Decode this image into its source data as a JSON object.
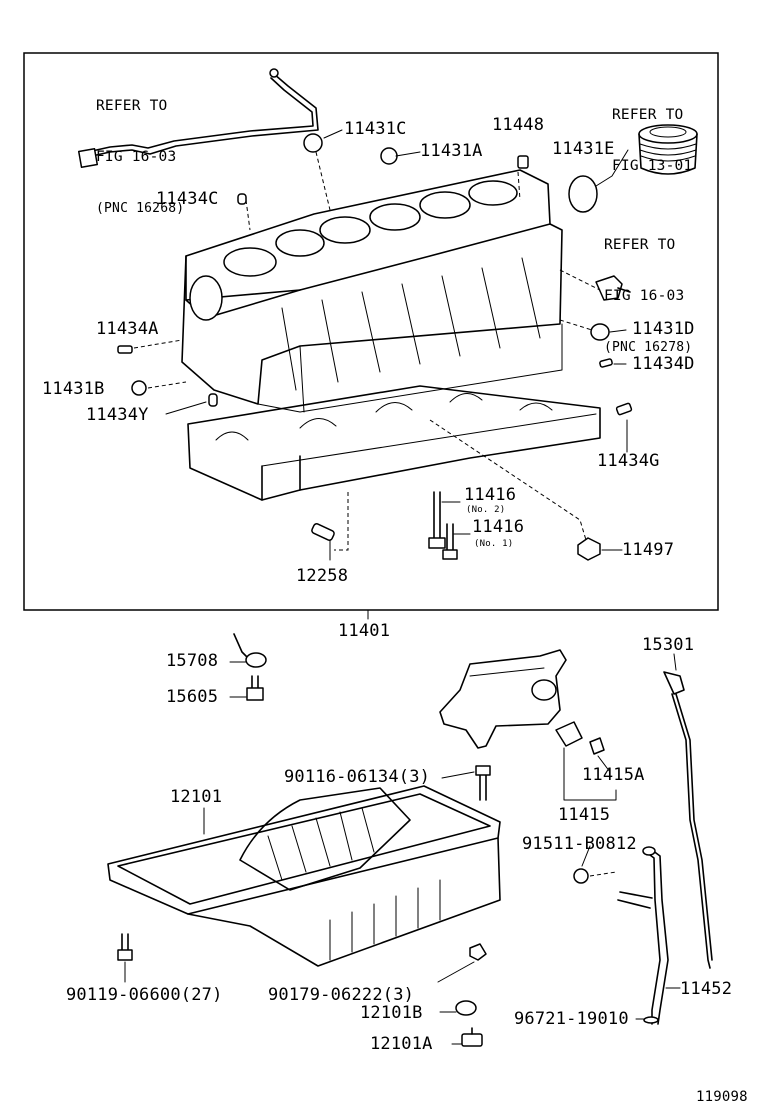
{
  "diagram": {
    "figure_number": "119098",
    "refer_notes": [
      {
        "line1": "REFER TO",
        "line2": "FIG 16-03",
        "line3": "(PNC 16268)"
      },
      {
        "line1": "REFER TO",
        "line2": "FIG 13-01",
        "line3": ""
      },
      {
        "line1": "REFER TO",
        "line2": "FIG 16-03",
        "line3": "(PNC 16278)"
      }
    ],
    "parts": {
      "p11431C": "11431C",
      "p11448": "11448",
      "p11431A": "11431A",
      "p11431E": "11431E",
      "p11434C": "11434C",
      "p11434A": "11434A",
      "p11431D": "11431D",
      "p11434D": "11434D",
      "p11431B": "11431B",
      "p11434Y": "11434Y",
      "p11434G": "11434G",
      "p11416_2": "11416",
      "p11416_2_note": "(No. 2)",
      "p11416_1": "11416",
      "p11416_1_note": "(No. 1)",
      "p11497": "11497",
      "p12258": "12258",
      "p11401": "11401",
      "p15708": "15708",
      "p15605": "15605",
      "p15301": "15301",
      "p90116": "90116-06134(3)",
      "p12101": "12101",
      "p11415A": "11415A",
      "p11415": "11415",
      "p91511": "91511-B0812",
      "p90119": "90119-06600(27)",
      "p90179": "90179-06222(3)",
      "p12101B": "12101B",
      "p11452": "11452",
      "p96721": "96721-19010",
      "p12101A": "12101A"
    }
  }
}
